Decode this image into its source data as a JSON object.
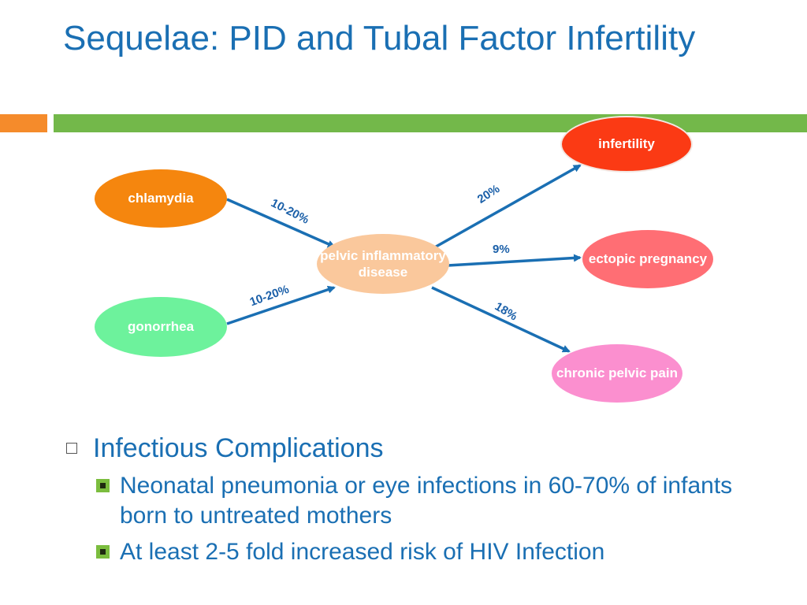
{
  "slide": {
    "title": "Sequelae: PID and Tubal Factor Infertility"
  },
  "diagram": {
    "nodes": {
      "chlamydia": "chlamydia",
      "gonorrhea": "gonorrhea",
      "pid": "pelvic inflammatory disease",
      "infertility": "infertility",
      "ectopic": "ectopic pregnancy",
      "chronic": "chronic pelvic pain"
    },
    "edges": {
      "chlamydia_pid": "10-20%",
      "gonorrhea_pid": "10-20%",
      "pid_infertility": "20%",
      "pid_ectopic": "9%",
      "pid_chronic": "18%"
    },
    "colors": {
      "chlamydia": "#f5860e",
      "gonorrhea": "#6df29c",
      "pid": "#fac89c",
      "infertility": "#fb3a14",
      "ectopic": "#ff6e74",
      "chronic": "#fb8fcf",
      "arrow": "#1a6fb3"
    }
  },
  "bullets": {
    "heading": "Infectious Complications",
    "items": [
      "Neonatal pneumonia or eye infections in 60-70% of infants born to untreated mothers",
      "At least 2-5 fold increased risk of HIV Infection"
    ]
  },
  "theme": {
    "accent_orange": "#f58b2b",
    "accent_green": "#73b84a",
    "title_blue": "#1a6fb3"
  }
}
